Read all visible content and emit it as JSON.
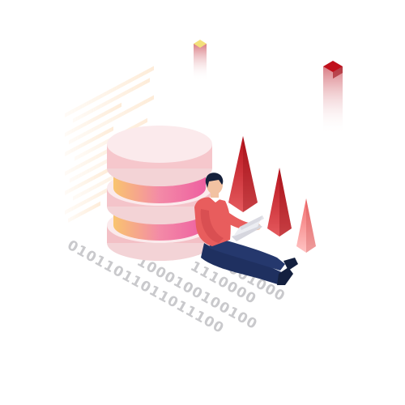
{
  "illustration": {
    "binary_rows": [
      "01011011011011100",
      "1000100100100",
      "1110000",
      "1010001000"
    ],
    "colors": {
      "db_top": "#fbeaec",
      "db_side_light": "#f6c7cc",
      "db_gradient_yellow": "#f9c46f",
      "db_gradient_pink": "#ee5fa0",
      "cone_red": "#b8121c",
      "cone_light": "#f37a7a",
      "shirt": "#e85d5d",
      "pants": "#1f3060",
      "laptop": "#e9e9ee",
      "code_lines": "#fde3c6"
    }
  }
}
